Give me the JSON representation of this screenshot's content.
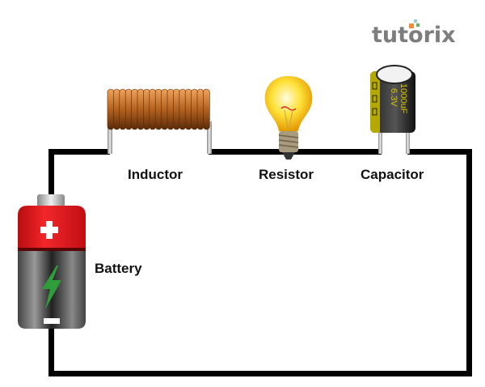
{
  "logo": {
    "text": "tutorix",
    "colors": [
      "#f28c38",
      "#5cb85c",
      "#4aa3df"
    ]
  },
  "labels": {
    "inductor": "Inductor",
    "resistor": "Resistor",
    "capacitor": "Capacitor",
    "battery": "Battery"
  },
  "capacitor_marking": {
    "line1": "1000uF",
    "line2": "6.3V"
  },
  "battery_symbols": {
    "positive": "+",
    "negative": "−"
  },
  "colors": {
    "wire": "#000000",
    "battery_top": "#e8161b",
    "battery_body": "#555555",
    "bolt": "#2e9e3a",
    "coil": "#b5621e",
    "bulb": "#ffd21a",
    "capacitor_sleeve": "#b5a900"
  }
}
